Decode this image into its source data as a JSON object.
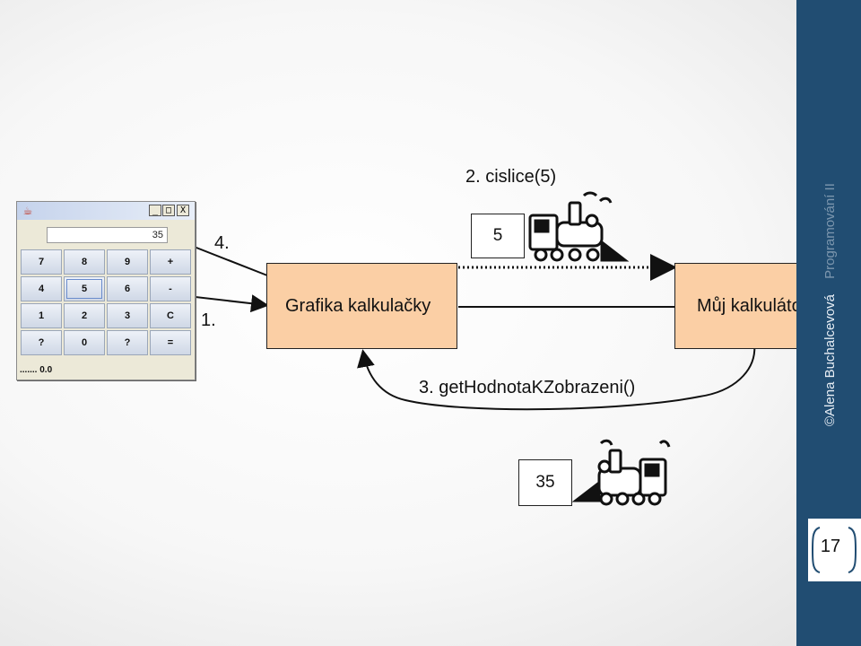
{
  "calculator": {
    "display_value": "35",
    "keys": [
      "7",
      "8",
      "9",
      "+",
      "4",
      "5",
      "6",
      "-",
      "1",
      "2",
      "3",
      "C",
      "?",
      "0",
      "?",
      "="
    ],
    "status": "....... 0.0",
    "window_buttons": [
      "_",
      "□",
      "X"
    ]
  },
  "diagram": {
    "left_box": "Grafika kalkulačky",
    "right_box": "Můj kalkulátor",
    "step2_label": "2. cislice(5)",
    "step2_value": "5",
    "step3_label": "3. getHodnotaKZobrazeni()",
    "step3_value": "35",
    "step4_label": "4.",
    "step1_label": "1."
  },
  "sidebar": {
    "author": "©Alena Buchalcevová",
    "course": "Programování II",
    "page_number": "17"
  },
  "colors": {
    "box_fill": "#fbcfa5",
    "sidebar": "#214d72"
  }
}
